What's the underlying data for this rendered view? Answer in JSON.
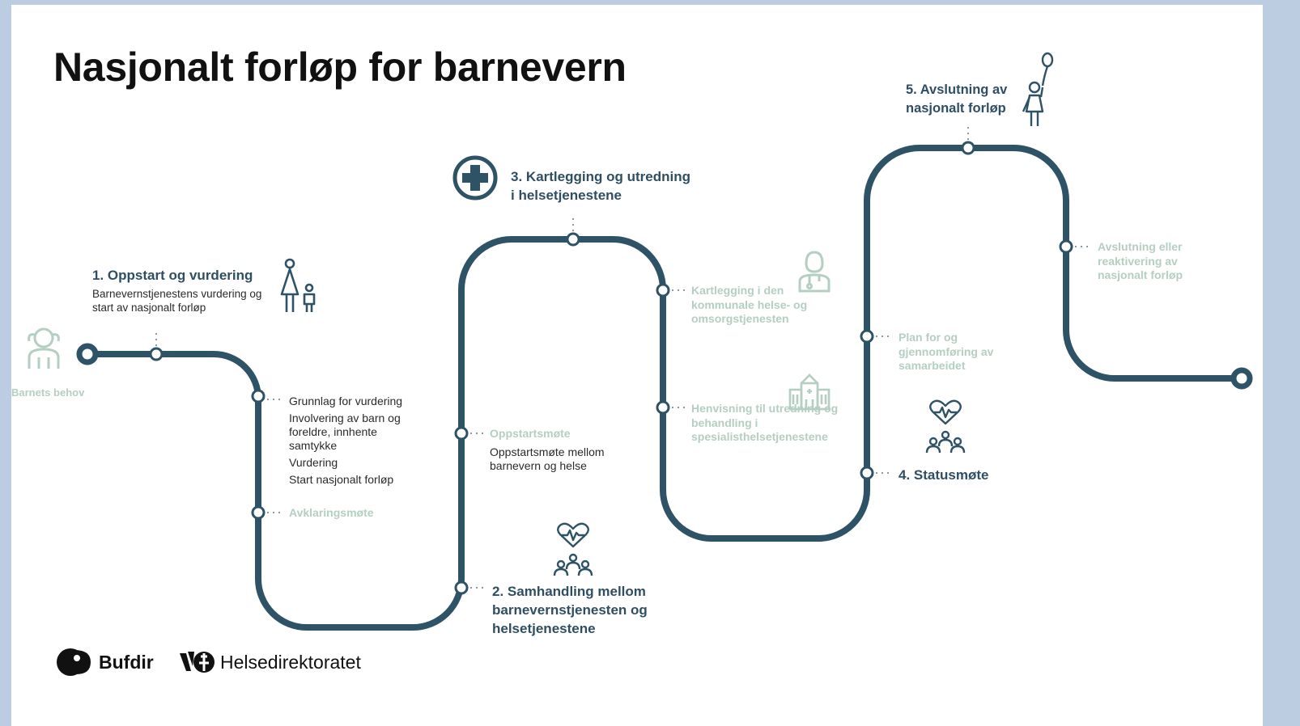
{
  "title": "Nasjonalt forløp for barnevern",
  "colors": {
    "path": "#2e5266",
    "faded": "#b4cfc1",
    "background": "#bccde2",
    "slide": "#ffffff"
  },
  "start": {
    "label": "Barnets behov",
    "icon": "child-icon"
  },
  "stages": [
    {
      "number": "1.",
      "title": "Oppstart og vurdering",
      "description": "Barnevernstjenestens vurdering og start av nasjonalt forløp",
      "icon": "parent-and-child-icon"
    },
    {
      "number": "2.",
      "title_lines": [
        "Samhandling mellom",
        "barnevernstjenesten og",
        "helsetjenestene"
      ],
      "icon": "heart-people-icon"
    },
    {
      "number": "3.",
      "title_lines": [
        "Kartlegging og utredning",
        "i helsetjenestene"
      ],
      "icon": "medical-cross-icon"
    },
    {
      "number": "4.",
      "title": "Statusmøte",
      "icon": "heart-people-icon"
    },
    {
      "number": "5.",
      "title_lines": [
        "Avslutning av",
        "nasjonalt forløp"
      ],
      "icon": "child-with-balloon-icon"
    }
  ],
  "steps": {
    "vurdering_list": [
      "Grunnlag for vurdering",
      "Involvering av barn og foreldre, innhente samtykke",
      "Vurdering",
      "Start nasjonalt forløp"
    ],
    "avklaringsmote": "Avklaringsmøte",
    "oppstartsmote": "Oppstartsmøte",
    "oppstartsmote_desc": "Oppstartsmøte mellom barnevern og helse",
    "kartlegging_kommunale": "Kartlegging i den kommunale helse- og omsorgstjenesten",
    "henvisning": "Henvisning til utredning og behandling i spesialisthelsetjenestene",
    "plan_samarbeid": "Plan for og gjennomføring av samarbeidet",
    "avslutning_reaktivering": "Avslutning eller reaktivering av nasjonalt forløp"
  },
  "logos": [
    {
      "name": "Bufdir",
      "icon": "bufdir-logo-icon"
    },
    {
      "name": "Helsedirektoratet",
      "icon": "helsedirektoratet-logo-icon"
    }
  ]
}
